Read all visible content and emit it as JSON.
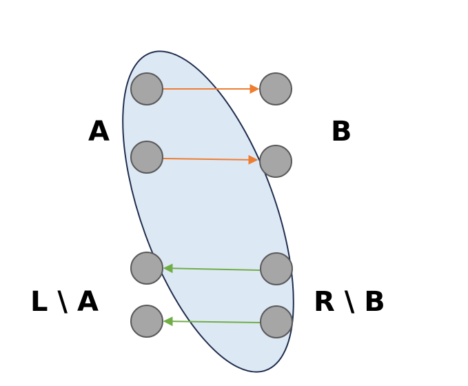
{
  "diagram": {
    "labels": {
      "a": "A",
      "b": "B",
      "l_minus_a": "L \\ A",
      "r_minus_b": "R \\ B"
    },
    "colors": {
      "region_fill": "#dde8f5",
      "region_stroke": "#1f2d4d",
      "node_fill": "#a6a6a6",
      "node_stroke": "#595959",
      "edge_a_to_b": "#ed7d31",
      "edge_r_to_l": "#70ad47"
    },
    "nodes": {
      "left": [
        "a1",
        "a2",
        "l1",
        "l2"
      ],
      "right": [
        "b1",
        "b2",
        "r1",
        "r2"
      ]
    },
    "edges": [
      {
        "from": "a1",
        "to": "b1",
        "color": "edge_a_to_b"
      },
      {
        "from": "a2",
        "to": "b2",
        "color": "edge_a_to_b"
      },
      {
        "from": "r1",
        "to": "l1",
        "color": "edge_r_to_l"
      },
      {
        "from": "r2",
        "to": "l2",
        "color": "edge_r_to_l"
      }
    ]
  }
}
